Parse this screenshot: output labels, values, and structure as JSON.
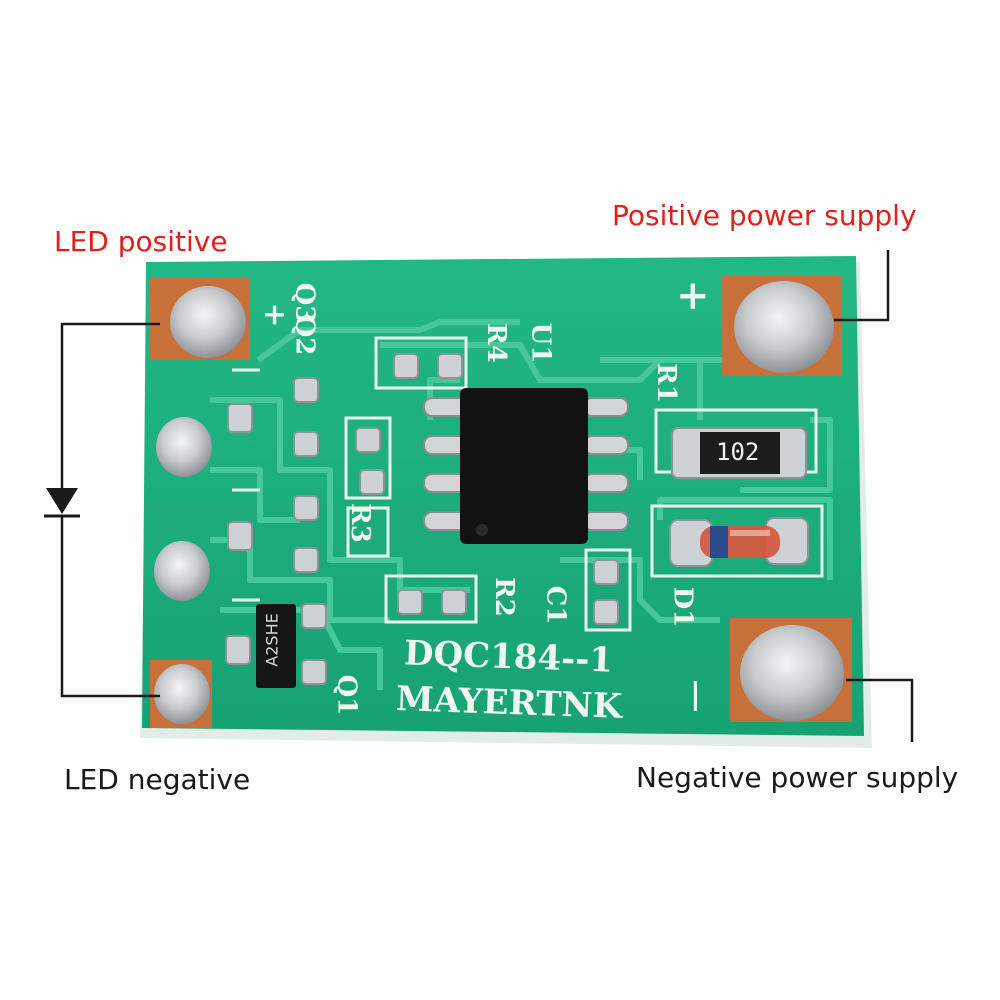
{
  "annotations": {
    "led_positive": "LED positive",
    "positive_power_supply": "Positive power supply",
    "led_negative": "LED negative",
    "negative_power_supply": "Negative power supply"
  },
  "board": {
    "model": "DQC184--1",
    "maker": "MAYERTNK",
    "resistor_code": "102",
    "transistor_marking": "A2SHE",
    "plus_sign": "+",
    "minus_sign": "|",
    "designators": {
      "q3": "Q3",
      "q2": "Q2",
      "u1": "U1",
      "r4": "R4",
      "r1": "R1",
      "r3": "R3",
      "r2": "R2",
      "c1": "C1",
      "d1": "D1",
      "q1": "Q1"
    }
  },
  "colors": {
    "pcb_green": "#1fb07f",
    "annotation_red": "#e0201c",
    "annotation_black": "#1a1a1a",
    "copper_pad": "#c8703a",
    "solder": "#d7d9dc",
    "chip": "#121212"
  }
}
